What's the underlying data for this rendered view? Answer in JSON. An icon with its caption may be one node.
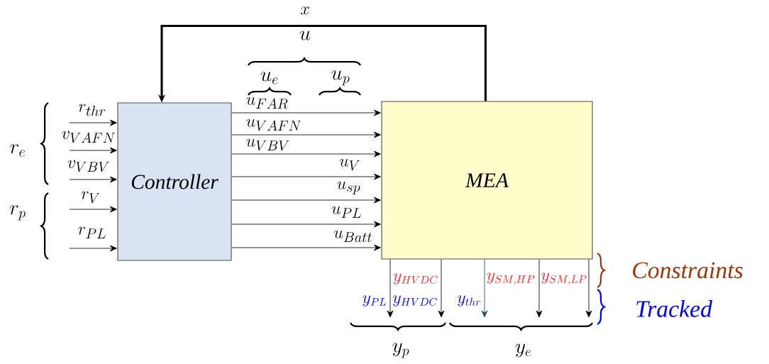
{
  "diagram": {
    "nodes": [
      {
        "text": [
          "Controller"
        ]
      },
      {
        "text": [
          "MEA"
        ]
      }
    ],
    "edges": [
      {
        "from": null,
        "to": 0,
        "arrow": "to",
        "label": "r_{thr}"
      },
      {
        "from": null,
        "to": 0,
        "arrow": "to",
        "label": "v_{VAFN}"
      },
      {
        "from": null,
        "to": 0,
        "arrow": "to",
        "label": "v_{VBV}"
      },
      {
        "from": null,
        "to": 0,
        "arrow": "to",
        "label": "r_{V}"
      },
      {
        "from": null,
        "to": 0,
        "arrow": "to",
        "label": "r_{PL}"
      },
      {
        "from": 0,
        "to": 1,
        "arrow": "to",
        "label": "u_{FAR}"
      },
      {
        "from": 0,
        "to": 1,
        "arrow": "to",
        "label": "u_{VAFN}"
      },
      {
        "from": 0,
        "to": 1,
        "arrow": "to",
        "label": "u_{VBV}"
      },
      {
        "from": 0,
        "to": 1,
        "arrow": "to",
        "label": "u_{V}"
      },
      {
        "from": 0,
        "to": 1,
        "arrow": "to",
        "label": "u_{sp}"
      },
      {
        "from": 0,
        "to": 1,
        "arrow": "to",
        "label": "u_{PL}"
      },
      {
        "from": 0,
        "to": 1,
        "arrow": "to",
        "label": "u_{Batt}"
      },
      {
        "from": 1,
        "to": 0,
        "arrow": "to",
        "label": "x",
        "style": "thick"
      },
      {
        "from": 1,
        "to": null,
        "arrow": "to",
        "label": "y_{PL}"
      },
      {
        "from": 1,
        "to": null,
        "arrow": "to",
        "label": "y_{HVDC}"
      },
      {
        "from": 1,
        "to": null,
        "arrow": "to",
        "color": "#1f4e79",
        "label": "y_{thr}"
      },
      {
        "from": 1,
        "to": null,
        "arrow": "to"
      },
      {
        "from": 1,
        "to": null,
        "arrow": "to"
      }
    ],
    "labels": [
      "r_e",
      "r_p",
      "u",
      "u_e",
      "u_p",
      "y_{HVDC}",
      "y_{SM,HP}",
      "y_{SM,LP}",
      "y_p",
      "y_e",
      "Constraints",
      "Tracked"
    ]
  }
}
